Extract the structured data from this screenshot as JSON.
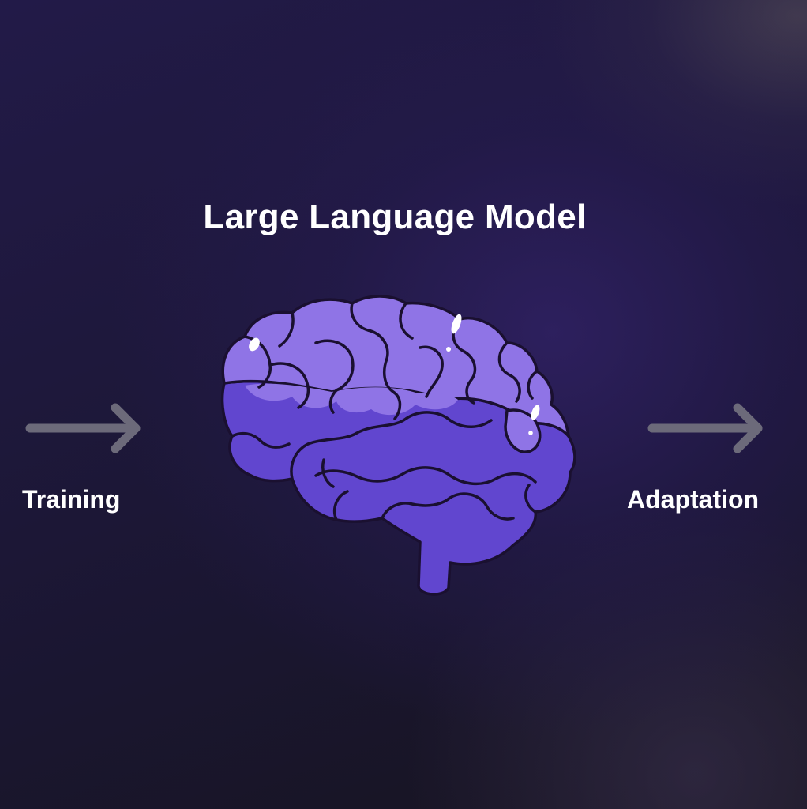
{
  "diagram": {
    "title": "Large Language Model",
    "stages": {
      "input": {
        "label": "Training"
      },
      "output": {
        "label": "Adaptation"
      }
    },
    "central_icon": "brain-icon",
    "colors": {
      "brain_light": "#8f74e6",
      "brain_dark": "#6146cf",
      "outline": "#1a1030",
      "arrow": "#6c6a7a",
      "text": "#ffffff"
    }
  }
}
